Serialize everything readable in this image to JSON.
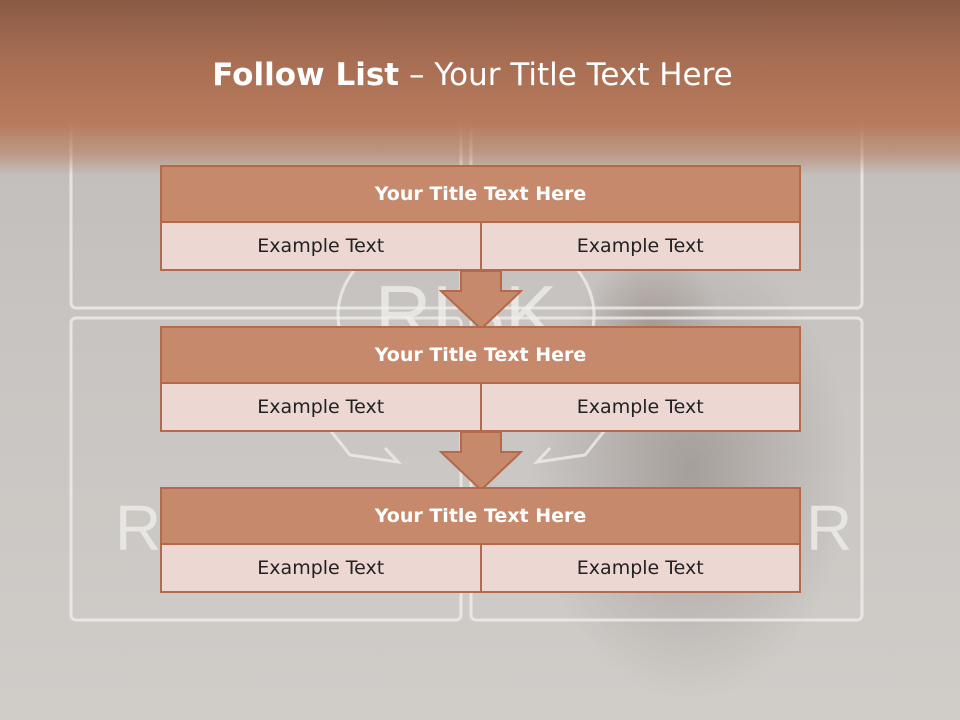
{
  "slide": {
    "title_bold": "Follow List",
    "title_rest": " – Your Title Text Here"
  },
  "blocks": [
    {
      "title": "Your Title Text Here",
      "left": "Example Text",
      "right": "Example Text"
    },
    {
      "title": "Your Title Text Here",
      "left": "Example Text",
      "right": "Example Text"
    },
    {
      "title": "Your Title Text Here",
      "left": "Example Text",
      "right": "Example Text"
    }
  ],
  "background": {
    "watermark_center": "RISK",
    "watermark_left": "R",
    "watermark_right": "R"
  },
  "colors": {
    "header_fill": "#c7896c",
    "cell_fill": "#ecd7d2",
    "border": "#b4694a",
    "top_band": "#b77a5c"
  }
}
